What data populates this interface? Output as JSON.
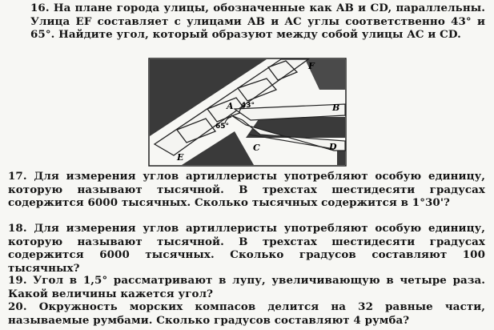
{
  "problems": [
    {
      "number": "16.",
      "text": "На плане города улицы, обозначенные как AB и CD, параллельны. Улица EF составляет с улицами AB и AC углы соответственно 43° и 65°. Найдите угол, который образуют между собой улицы AC и CD."
    },
    {
      "number": "17.",
      "text": "Для измерения углов артиллеристы употребляют особую единицу, которую называют тысячной. В трехстах шестидесяти градусах содержится 6000 тысячных. Сколько тысячных содержится в 1°30'?"
    },
    {
      "number": "18.",
      "text": "Для измерения углов артиллеристы употребляют особую единицу, которую называют тысячной. В трехстах шестидесяти градусах содержится 6000 тысячных. Сколько градусов составляют 100 тысячных?"
    },
    {
      "number": "19.",
      "text": "Угол в 1,5° рассматривают в лупу, увеличивающую в четыре раза. Какой величины кажется угол?"
    },
    {
      "number": "20.",
      "text": "Окружность морских компасов делится на 32 равные части, называемые румбами. Сколько градусов составляют 4 румба?"
    }
  ],
  "figure": {
    "point_labels": {
      "A": "A",
      "B": "B",
      "C": "C",
      "D": "D",
      "E": "E",
      "F": "F"
    },
    "angle_labels": {
      "angle_43": "43°",
      "angle_65": "65°"
    }
  }
}
